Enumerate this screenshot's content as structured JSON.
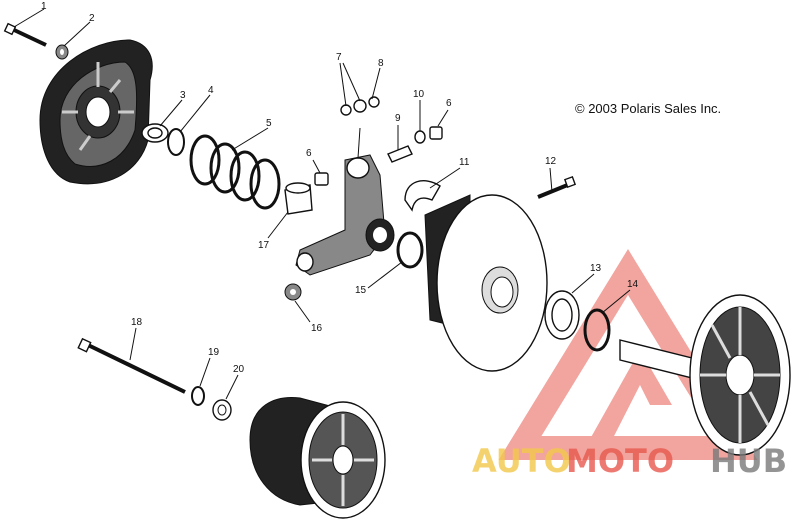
{
  "copyright": "© 2003 Polaris Sales Inc.",
  "watermark": {
    "auto": "AUTO",
    "moto": "MOTO",
    "hub": "HUB",
    "auto_color": "#f2c94c",
    "moto_color": "#e85a4f",
    "hub_color": "#7a7a7a"
  },
  "callouts": [
    "1",
    "2",
    "3",
    "4",
    "5",
    "6",
    "7",
    "8",
    "9",
    "10",
    "6",
    "11",
    "12",
    "6",
    "17",
    "13",
    "14",
    "15",
    "16",
    "18",
    "19",
    "20"
  ]
}
